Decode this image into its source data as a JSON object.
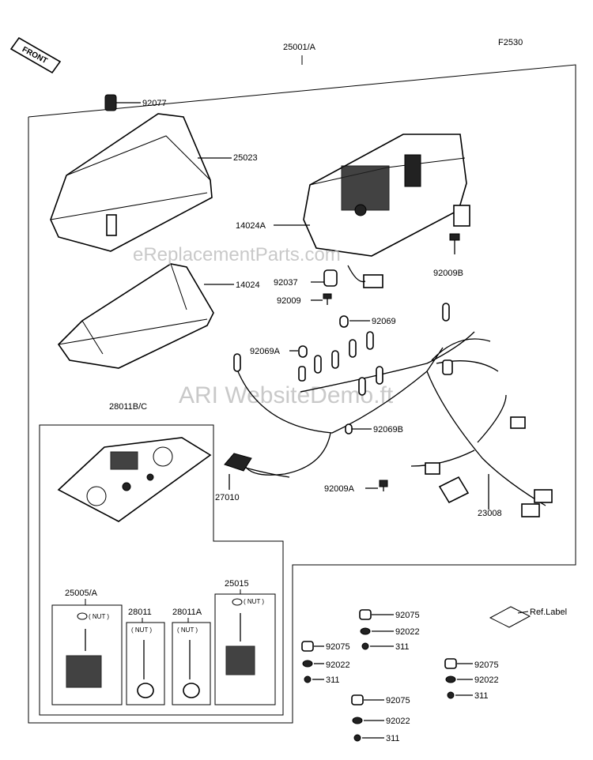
{
  "header": {
    "assembly_label": "25001/A",
    "figure_code": "F2530",
    "front_label": "FRONT"
  },
  "watermarks": {
    "top": "eReplacementParts.com",
    "middle": "ARI WebsiteDemo.ft"
  },
  "parts": {
    "p92077": "92077",
    "p25023": "25023",
    "p14024A": "14024A",
    "p92009B": "92009B",
    "p92037": "92037",
    "p92009": "92009",
    "p14024": "14024",
    "p92069": "92069",
    "p92069A": "92069A",
    "p28011BC": "28011B/C",
    "p92069B": "92069B",
    "p27010": "27010",
    "p92009A": "92009A",
    "p23008": "23008",
    "p25005A": "25005/A",
    "p28011": "28011",
    "p28011A": "28011A",
    "p25015": "25015",
    "ref_label": "Ref.Label"
  },
  "nut_labels": {
    "n1": "( NUT )",
    "n2": "( NUT )",
    "n3": "( NUT )",
    "n4": "( NUT )"
  },
  "hardware": {
    "g1": {
      "a": "92075",
      "b": "92022",
      "c": "311"
    },
    "g2": {
      "a": "92075",
      "b": "92022",
      "c": "311"
    },
    "g3": {
      "a": "92075",
      "b": "92022",
      "c": "311"
    },
    "g4": {
      "a": "92075",
      "b": "92022",
      "c": "311"
    }
  }
}
